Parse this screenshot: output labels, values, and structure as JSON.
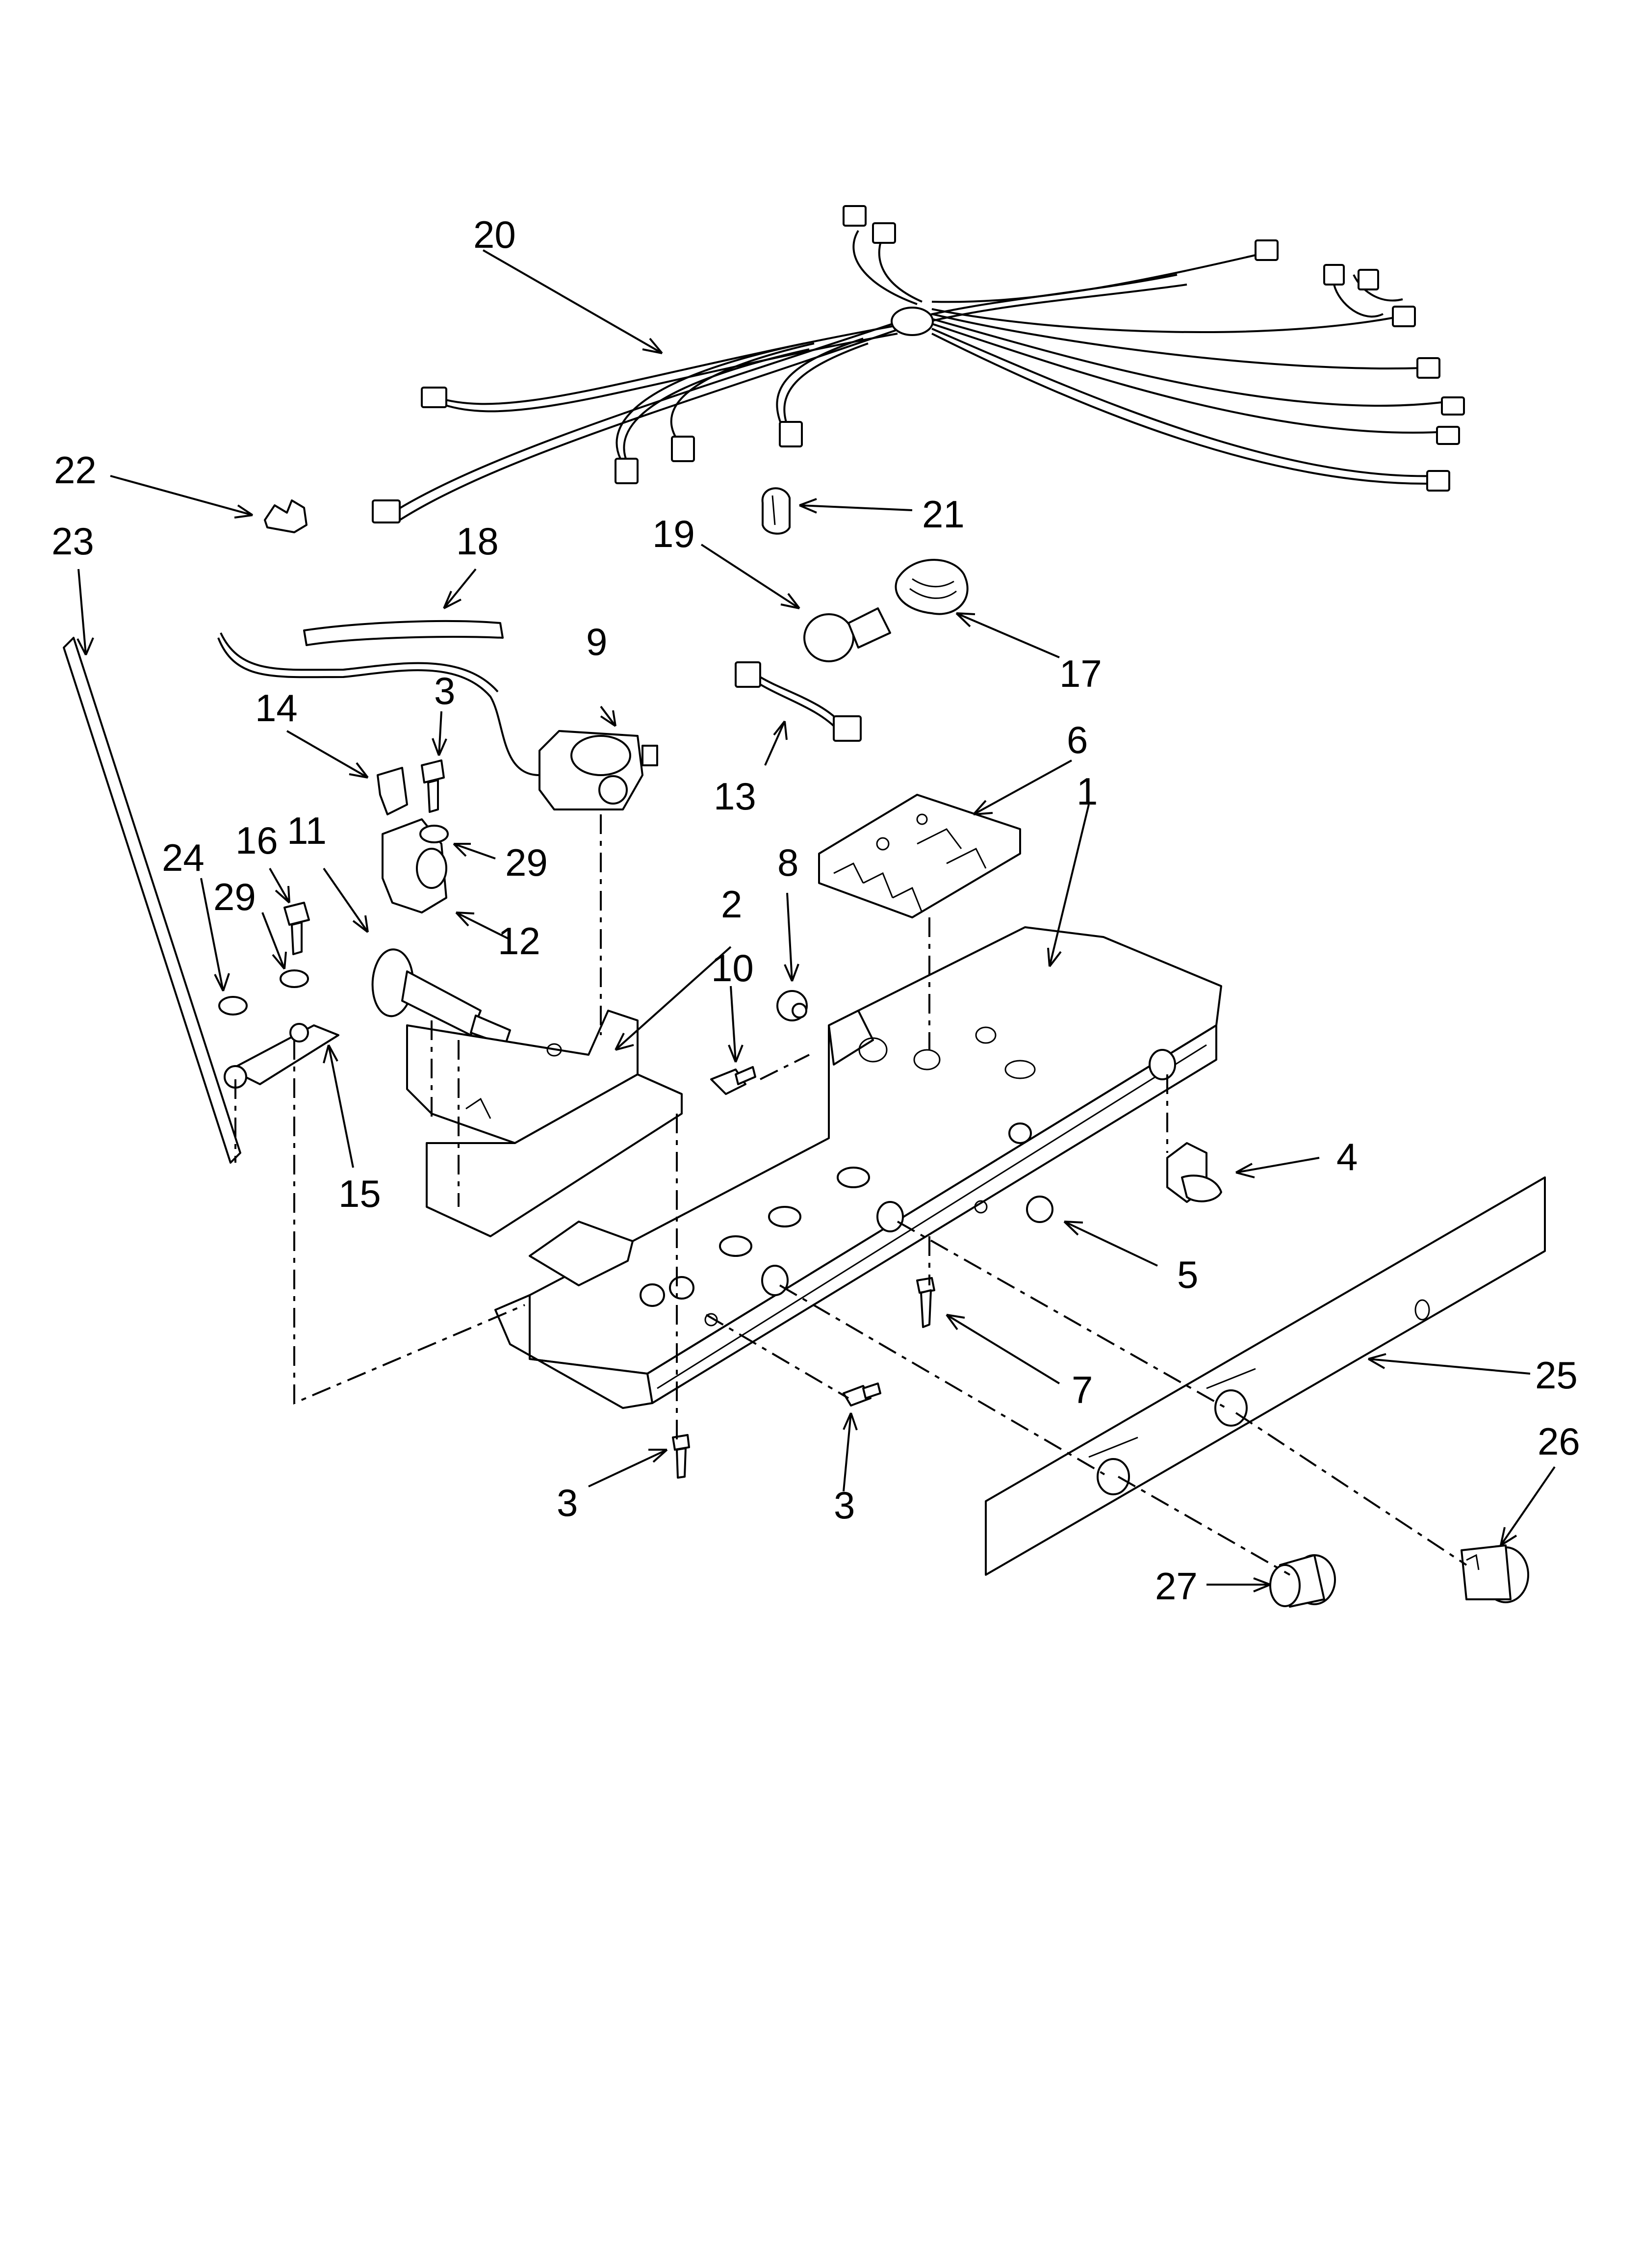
{
  "labels": [
    {
      "id": "l20",
      "text": "20"
    },
    {
      "id": "l22",
      "text": "22"
    },
    {
      "id": "l23",
      "text": "23"
    },
    {
      "id": "l18",
      "text": "18"
    },
    {
      "id": "l19",
      "text": "19"
    },
    {
      "id": "l21",
      "text": "21"
    },
    {
      "id": "l17",
      "text": "17"
    },
    {
      "id": "l9",
      "text": "9"
    },
    {
      "id": "l3a",
      "text": "3"
    },
    {
      "id": "l14",
      "text": "14"
    },
    {
      "id": "l13",
      "text": "13"
    },
    {
      "id": "l6",
      "text": "6"
    },
    {
      "id": "l1",
      "text": "1"
    },
    {
      "id": "l29a",
      "text": "29"
    },
    {
      "id": "l16",
      "text": "16"
    },
    {
      "id": "l11",
      "text": "11"
    },
    {
      "id": "l24",
      "text": "24"
    },
    {
      "id": "l29b",
      "text": "29"
    },
    {
      "id": "l12",
      "text": "12"
    },
    {
      "id": "l2",
      "text": "2"
    },
    {
      "id": "l8",
      "text": "8"
    },
    {
      "id": "l10",
      "text": "10"
    },
    {
      "id": "l15",
      "text": "15"
    },
    {
      "id": "l4",
      "text": "4"
    },
    {
      "id": "l5",
      "text": "5"
    },
    {
      "id": "l7",
      "text": "7"
    },
    {
      "id": "l25",
      "text": "25"
    },
    {
      "id": "l26",
      "text": "26"
    },
    {
      "id": "l3b",
      "text": "3"
    },
    {
      "id": "l3c",
      "text": "3"
    },
    {
      "id": "l27",
      "text": "27"
    }
  ]
}
